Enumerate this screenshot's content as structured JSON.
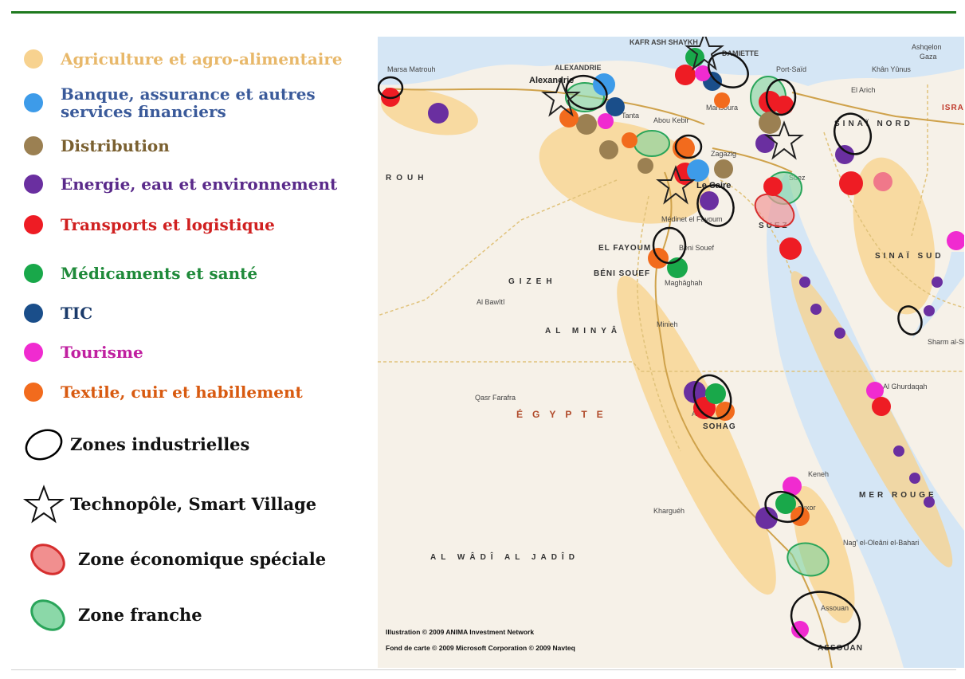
{
  "legend": {
    "items": [
      {
        "label": "Agriculture et agro-alimentaire",
        "color": "#f7d28f",
        "text_color": "#e8b86a"
      },
      {
        "label": "Banque, assurance et autres services financiers",
        "color": "#3d9be9",
        "text_color": "#3a5a9a"
      },
      {
        "label": "Distribution",
        "color": "#9b8052",
        "text_color": "#7a6030"
      },
      {
        "label": "Energie, eau et environnement",
        "color": "#6a2fa0",
        "text_color": "#5a2a8a"
      },
      {
        "label": "Transports et logistique",
        "color": "#ee1c24",
        "text_color": "#d02020"
      },
      {
        "label": "Médicaments et santé",
        "color": "#19a84a",
        "text_color": "#1f8a3a"
      },
      {
        "label": "TIC",
        "color": "#1a4e8a",
        "text_color": "#1a3a6a"
      },
      {
        "label": "Tourisme",
        "color": "#f02bd0",
        "text_color": "#c020a0"
      },
      {
        "label": "Textile, cuir et habillement",
        "color": "#f26b1d",
        "text_color": "#d85a10"
      }
    ],
    "zones": [
      {
        "label": "Zones industrielles",
        "symbol": "ellipse-outline-icon"
      },
      {
        "label": "Technopôle, Smart Village",
        "symbol": "star-outline-icon"
      },
      {
        "label": "Zone économique spéciale",
        "symbol": "red-ellipse-icon",
        "color": "#e35b5b"
      },
      {
        "label": "Zone franche",
        "symbol": "green-ellipse-icon",
        "color": "#5bc48a"
      }
    ]
  },
  "map": {
    "country": "ÉGYPTE",
    "regions": [
      "ROUH",
      "GIZEH",
      "AL MINYÂ",
      "AL WÂDÎ AL JADÎD",
      "SINAÏ NORD",
      "SINAÏ SUD",
      "MER ROUGE",
      "EL FAYOUM",
      "BÉNI SOUEF",
      "SOHAG",
      "ASSOUAN",
      "SUEZ",
      "ISRA"
    ],
    "cities": [
      "Marsa Matrouh",
      "ALEXANDRIE",
      "Alexandrie",
      "KAFR ASH SHAYKH",
      "DAMIETTE",
      "Port-Saïd",
      "Ashqelon",
      "Gaza",
      "Khân Yûnus",
      "El Arich",
      "Tanta",
      "Abou Kebir",
      "Mansoura",
      "Zagazig",
      "Le Caire",
      "Suez",
      "Médinet el Fayoum",
      "Beni Souef",
      "Maghâghah",
      "Minieh",
      "Al Bawîtî",
      "Qasr Farafra",
      "Louxor",
      "Kharguéh",
      "Assouan",
      "Al Ghurdaqah",
      "Sharm al-Sh",
      "Az Zu",
      "Keneh",
      "Nag' el-Oleâni el-Bahari"
    ],
    "credits": [
      "Illustration © 2009 ANIMA Investment Network",
      "Fond de carte © 2009 Microsoft Corporation © 2009 Navteq"
    ]
  }
}
